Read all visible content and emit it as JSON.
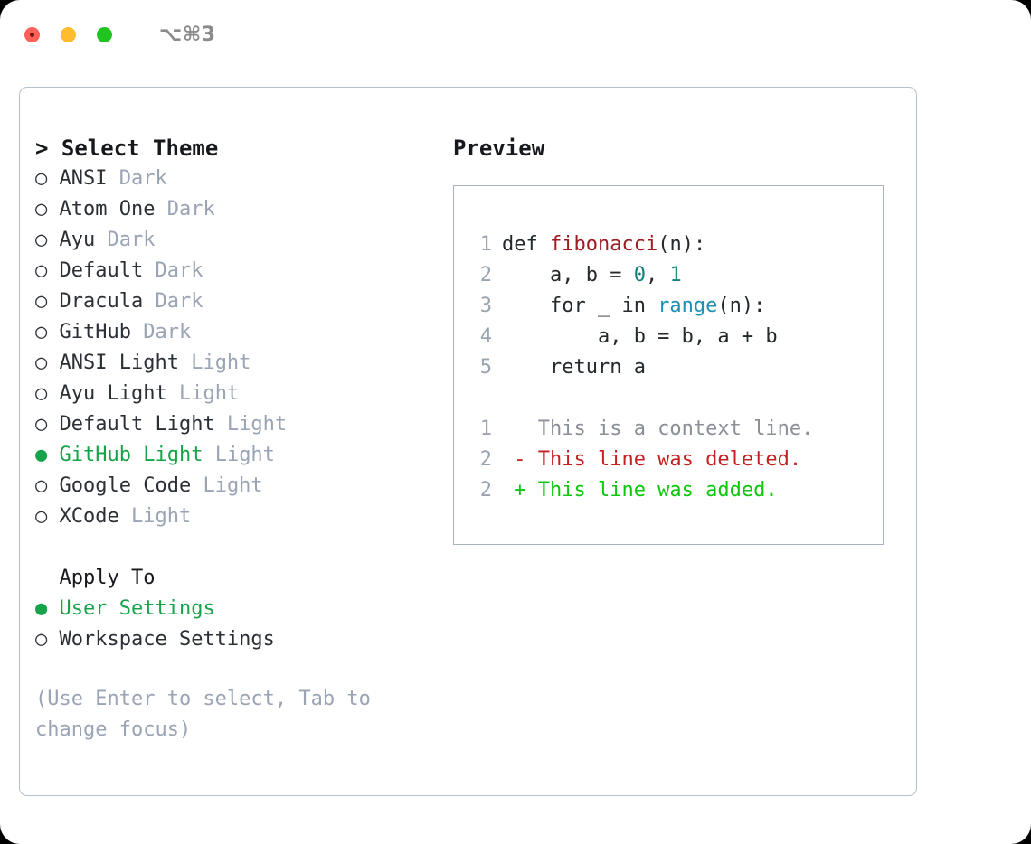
{
  "titlebar": {
    "shortcut": "⌥⌘3",
    "buttons": [
      {
        "name": "close",
        "color": "#ff6058"
      },
      {
        "name": "minimize",
        "color": "#ffbd2e"
      },
      {
        "name": "maximize",
        "color": "#1fc41f"
      }
    ]
  },
  "theme_picker": {
    "header": "> Select Theme",
    "items": [
      {
        "marker": "○ ",
        "label": "ANSI",
        "tag": " Dark",
        "selected": false
      },
      {
        "marker": "○ ",
        "label": "Atom One",
        "tag": " Dark",
        "selected": false
      },
      {
        "marker": "○ ",
        "label": "Ayu",
        "tag": " Dark",
        "selected": false
      },
      {
        "marker": "○ ",
        "label": "Default",
        "tag": " Dark",
        "selected": false
      },
      {
        "marker": "○ ",
        "label": "Dracula",
        "tag": " Dark",
        "selected": false
      },
      {
        "marker": "○ ",
        "label": "GitHub",
        "tag": " Dark",
        "selected": false
      },
      {
        "marker": "○ ",
        "label": "ANSI Light",
        "tag": " Light",
        "selected": false
      },
      {
        "marker": "○ ",
        "label": "Ayu Light",
        "tag": " Light",
        "selected": false
      },
      {
        "marker": "○ ",
        "label": "Default Light",
        "tag": " Light",
        "selected": false
      },
      {
        "marker": "● ",
        "label": "GitHub Light",
        "tag": " Light",
        "selected": true
      },
      {
        "marker": "○ ",
        "label": "Google Code",
        "tag": " Light",
        "selected": false
      },
      {
        "marker": "○ ",
        "label": "XCode",
        "tag": " Light",
        "selected": false
      }
    ]
  },
  "apply_to": {
    "header": "  Apply To",
    "items": [
      {
        "marker": "● ",
        "label": "User Settings",
        "tag": "",
        "selected": true
      },
      {
        "marker": "○ ",
        "label": "Workspace Settings",
        "tag": "",
        "selected": false
      }
    ]
  },
  "hint": "(Use Enter to select, Tab to change focus)",
  "preview": {
    "label": "Preview",
    "code_lines": [
      {
        "num": "1",
        "segments": [
          {
            "text": "def ",
            "cls": ""
          },
          {
            "text": "fibonacci",
            "cls": "tok-fn"
          },
          {
            "text": "(n):",
            "cls": ""
          }
        ]
      },
      {
        "num": "2",
        "segments": [
          {
            "text": "    a, b = ",
            "cls": ""
          },
          {
            "text": "0",
            "cls": "tok-num"
          },
          {
            "text": ", ",
            "cls": ""
          },
          {
            "text": "1",
            "cls": "tok-num"
          }
        ]
      },
      {
        "num": "3",
        "segments": [
          {
            "text": "    for _ in ",
            "cls": ""
          },
          {
            "text": "range",
            "cls": "tok-call"
          },
          {
            "text": "(n):",
            "cls": ""
          }
        ]
      },
      {
        "num": "4",
        "segments": [
          {
            "text": "        a, b = b, a + b",
            "cls": ""
          }
        ]
      },
      {
        "num": "5",
        "segments": [
          {
            "text": "    return a",
            "cls": ""
          }
        ]
      }
    ],
    "diff_lines": [
      {
        "num": "1",
        "text": "   This is a context line.",
        "cls": "diff-ctx"
      },
      {
        "num": "2",
        "text": " - This line was deleted.",
        "cls": "diff-del"
      },
      {
        "num": "2",
        "text": " + This line was added.",
        "cls": "diff-add"
      }
    ]
  },
  "colors": {
    "selection_green": "#16a34a",
    "diff_add_green": "#0cc70c",
    "diff_del_red": "#c52020",
    "function_red": "#9e1c22",
    "number_teal": "#10807a",
    "call_blue": "#1f8fb5",
    "muted_grey": "#9aa4b4",
    "border": "#b6bfcc"
  }
}
